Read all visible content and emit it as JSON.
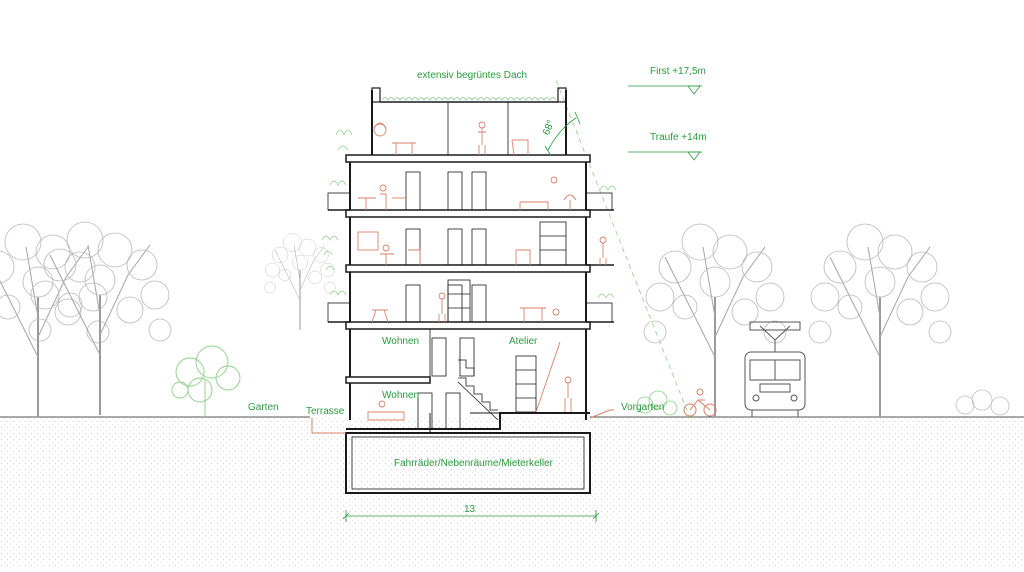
{
  "colors": {
    "label": "#2a9a3c",
    "wall": "#1a1a1a",
    "furniture": "#d9826a",
    "tree": "#9a9a9a",
    "green_tree": "#8fcf8a",
    "ground": "#dcdcdc"
  },
  "labels": {
    "roof": "extensiv begrüntes Dach",
    "first": "First  +17,5m",
    "traufe": "Traufe +14m",
    "angle": "68°",
    "wohnen_upper": "Wohnen",
    "atelier": "Atelier",
    "wohnen_lower": "Wohnen",
    "garten": "Garten",
    "terrasse": "Terrasse",
    "vorgarten": "Vorgarten",
    "keller": "Fahrräder/Nebenräume/Mieterkeller",
    "dimension": "13"
  },
  "icons": [
    "tree-icon",
    "tram-icon",
    "bicycle-icon",
    "person-icon",
    "plant-icon"
  ]
}
